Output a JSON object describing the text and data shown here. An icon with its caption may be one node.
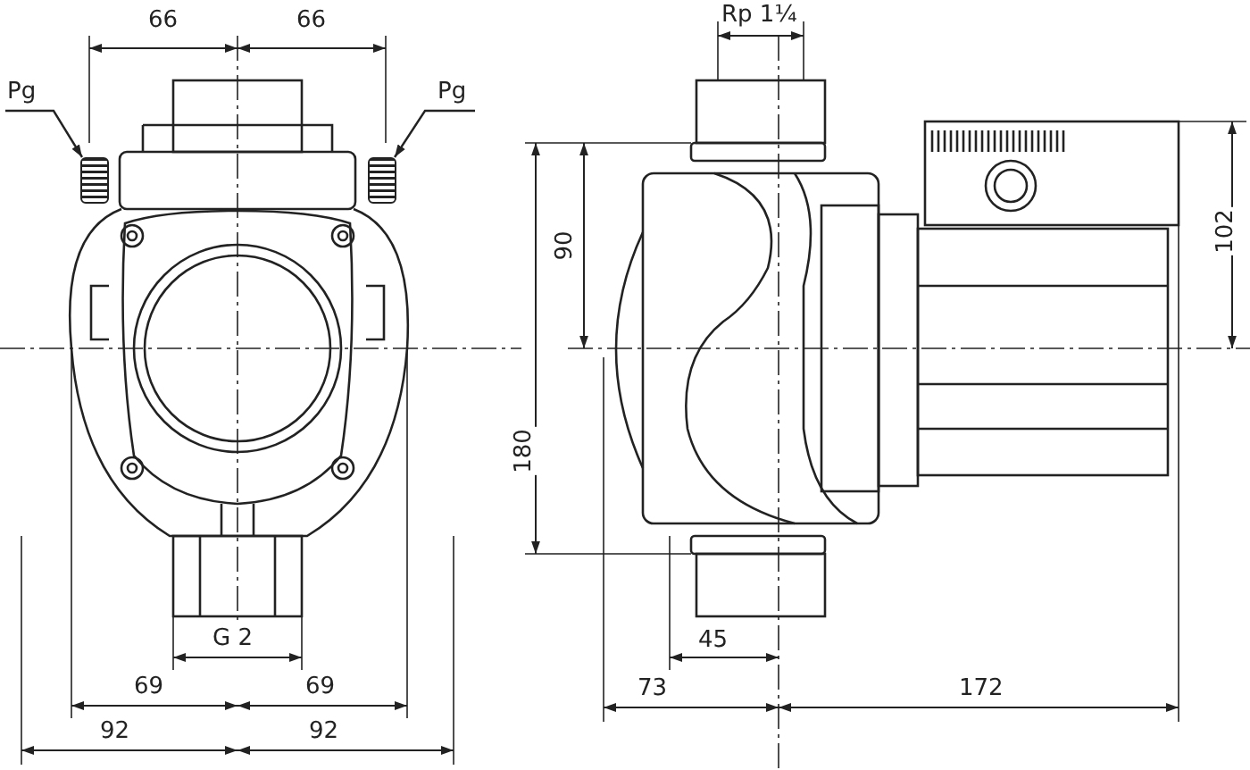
{
  "diagram": {
    "nodes": [
      {
        "text": [
          "Pg"
        ]
      },
      {
        "text": [],
        "shape": "picture"
      },
      {
        "text": [
          "Pg"
        ]
      },
      {
        "text": [],
        "shape": "picture"
      }
    ],
    "edges": [
      {
        "from": 0,
        "to": 1,
        "arrow": "to"
      },
      {
        "from": 2,
        "to": 3,
        "arrow": "to"
      }
    ],
    "labels": [
      "66",
      "66",
      "Rp 1¼",
      "102",
      "90",
      "180",
      "G 2",
      "45",
      "69",
      "69",
      "73",
      "172",
      "92",
      "92"
    ]
  }
}
